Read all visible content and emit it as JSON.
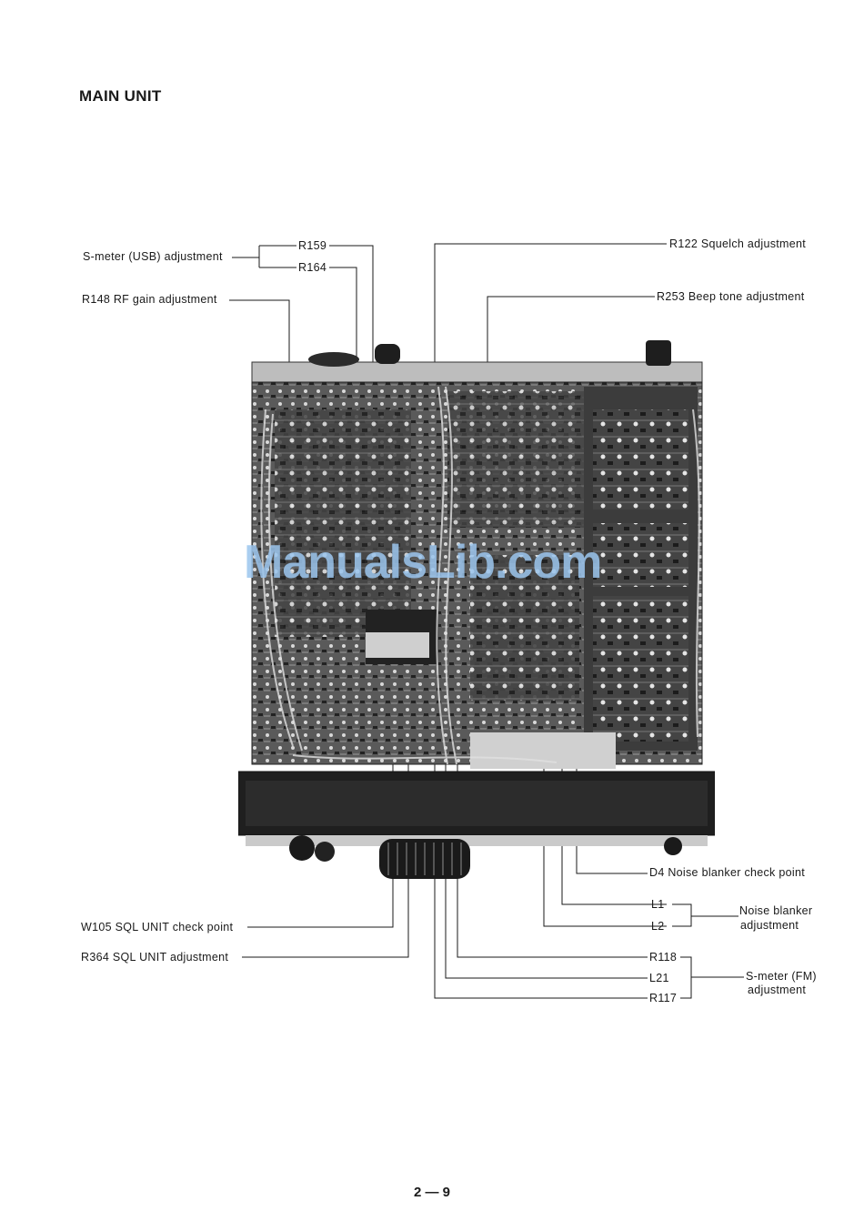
{
  "section_title": "MAIN UNIT",
  "labels": {
    "smeter_usb": "S-meter (USB) adjustment",
    "r159": "R159",
    "r164": "R164",
    "r148": "R148  RF gain adjustment",
    "r122": "R122  Squelch adjustment",
    "r253": "R253  Beep tone adjustment",
    "d4": "D4  Noise blanker check point",
    "l1": "L1",
    "l2": "L2",
    "noise_blanker_1": "Noise blanker",
    "noise_blanker_2": "adjustment",
    "w105": "W105  SQL UNIT check point",
    "r364": "R364  SQL UNIT adjustment",
    "r118": "R118",
    "l21": "L21",
    "r117": "R117",
    "smeter_fm_1": "S-meter (FM)",
    "smeter_fm_2": "adjustment"
  },
  "watermark": "ManualsLib.com",
  "page_number": "2 — 9",
  "colors": {
    "ink": "#1a1a1a",
    "watermark": "#9cc6ee",
    "photo_dark": "#2a2a2a",
    "photo_mid": "#6b6b6b",
    "photo_light": "#c8c8c8"
  }
}
